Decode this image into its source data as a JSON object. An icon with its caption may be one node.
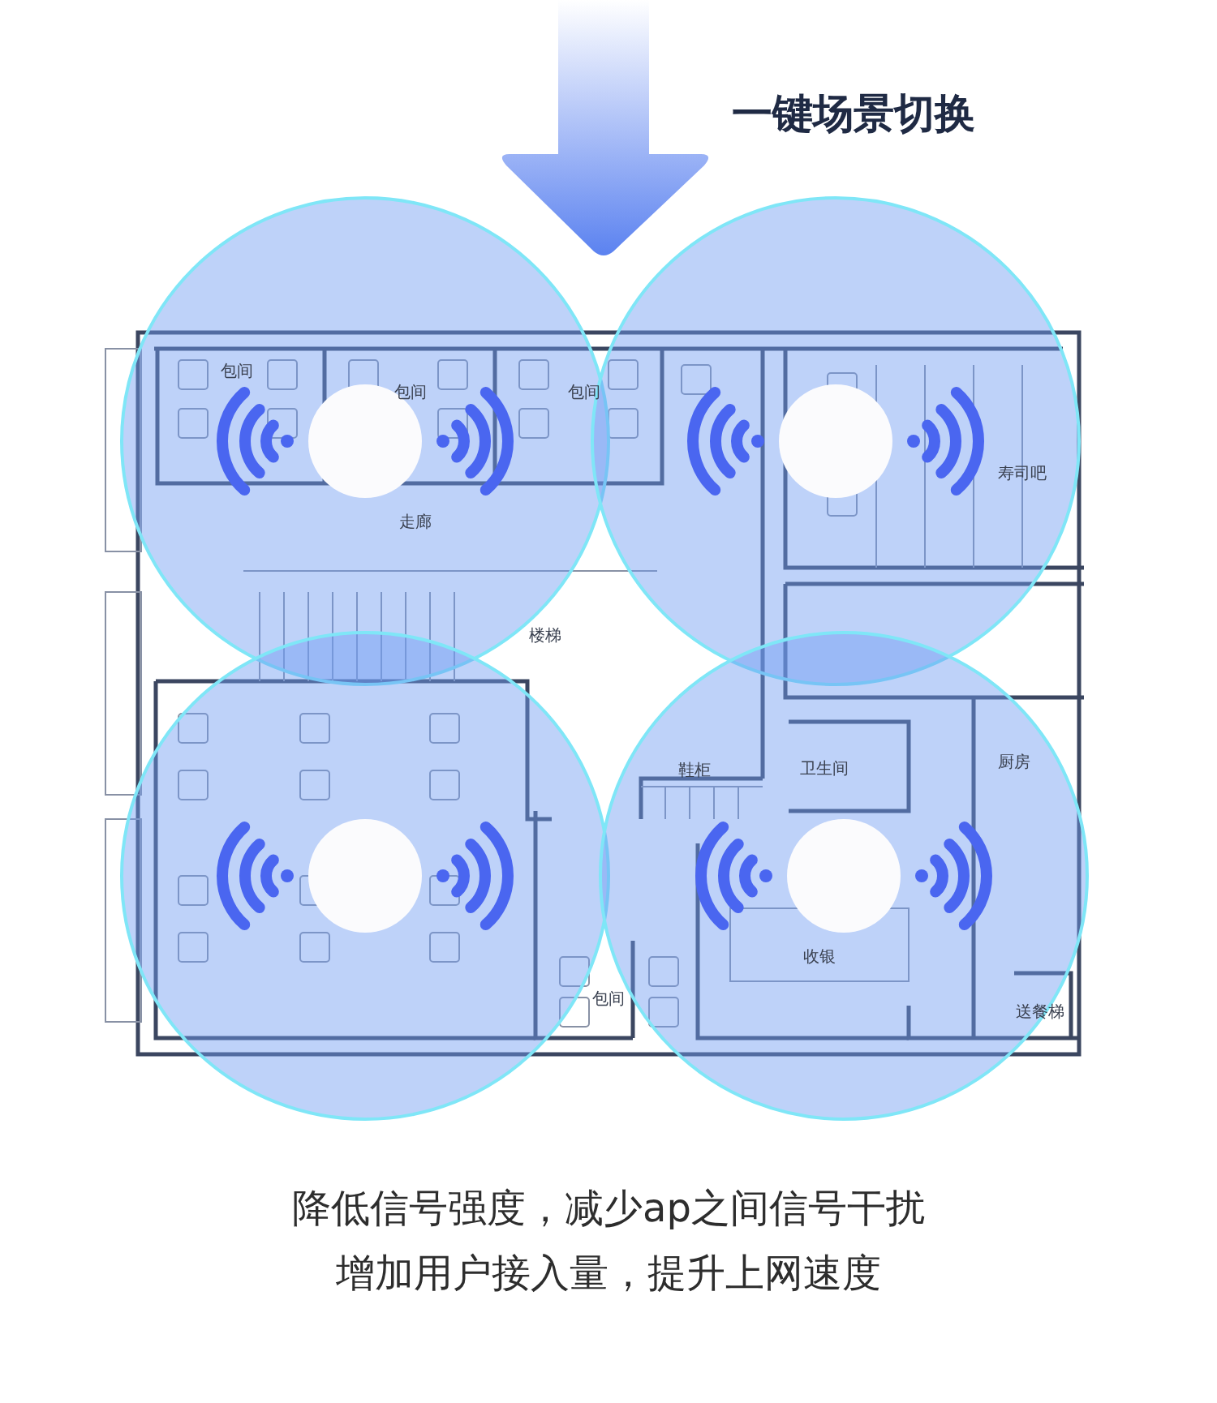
{
  "diagram": {
    "title": "一键场景切换",
    "labels": [
      "包间",
      "包间",
      "包间",
      "走廊",
      "寿司吧",
      "楼梯",
      "鞋柜",
      "卫生间",
      "厨房",
      "收银",
      "包间",
      "送餐梯",
      "降低信号强度，减少ap之间信号干扰",
      "增加用户接入量，提升上网速度"
    ]
  }
}
